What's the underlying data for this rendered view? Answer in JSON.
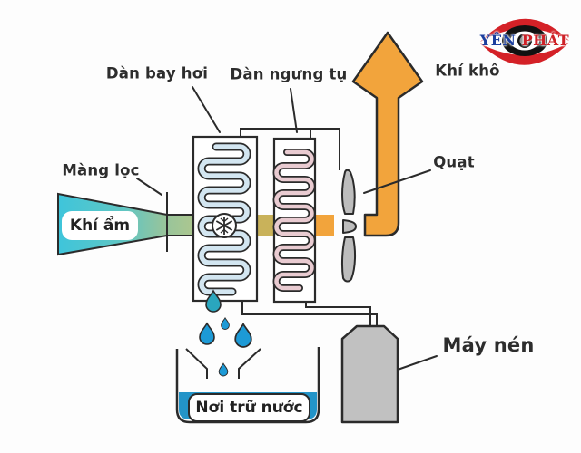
{
  "brand": {
    "name_blue": "YÊN",
    "name_red": "PHÁT"
  },
  "labels": {
    "evaporator": "Dàn bay hơi",
    "condenser": "Dàn ngưng tụ",
    "dry_air": "Khí khô",
    "filter": "Màng lọc",
    "humid_air": "Khí ẩm",
    "fan": "Quạt",
    "compressor": "Máy nén",
    "water_tank": "Nơi trữ nước"
  },
  "colors": {
    "outline": "#2b2b2b",
    "airflow_orange": "#f2a43c",
    "airflow_khaki": "#c9b25a",
    "intake_cyan": "#3ec5db",
    "intake_green": "#acc78f",
    "evaporator_coil": "#d3e6f1",
    "condenser_coil": "#e9cbd1",
    "metal_gray": "#c1c1c1",
    "water_blue": "#1d9ad6",
    "first_drop_teal": "#2aa6be",
    "logo_red": "#d42127",
    "logo_blue": "#1c3f9e"
  }
}
